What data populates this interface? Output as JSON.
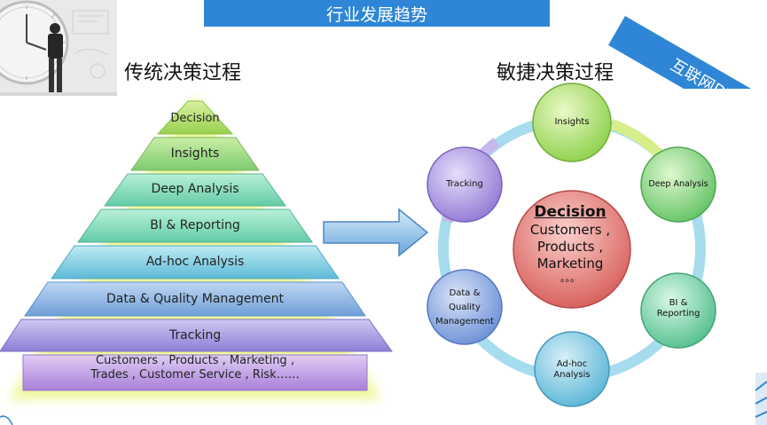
{
  "banner": {
    "title": "行业发展趋势"
  },
  "corner_ribbon": {
    "text": "互联网DT时代"
  },
  "left": {
    "heading": "传统决策过程",
    "levels": [
      "Decision",
      "Insights",
      "Deep Analysis",
      "BI & Reporting",
      "Ad-hoc Analysis",
      "Data & Quality Management",
      "Tracking"
    ],
    "base_line1": "Customers , Products , Marketing ,",
    "base_line2": "Trades , Customer Service , Risk……"
  },
  "right": {
    "heading": "敏捷决策过程",
    "center": {
      "title": "Decision",
      "line1": "Customers ,",
      "line2": "Products ,",
      "line3": "Marketing",
      "dots": "。。。"
    },
    "nodes": {
      "insights": "Insights",
      "deep": "Deep Analysis",
      "bi1": "BI &",
      "bi2": "Reporting",
      "adhoc1": "Ad-hoc",
      "adhoc2": "Analysis",
      "dq1": "Data &",
      "dq2": "Quality",
      "dq3": "Management",
      "tracking": "Tracking"
    }
  },
  "colors": {
    "banner": "#2f86d6",
    "pyramid_top": "#9ed24a",
    "pyramid_mid": "#5fb6d6",
    "pyramid_bottom": "#a78bd6",
    "ring": "#9fd6ea",
    "center_node": "#e06060"
  }
}
